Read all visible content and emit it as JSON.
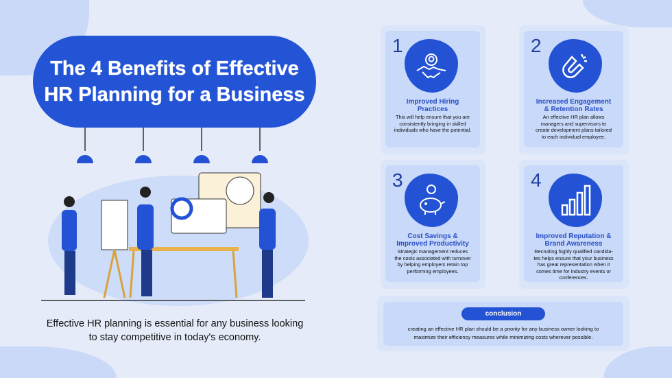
{
  "title": {
    "line1": "The 4 Benefits of Effective",
    "line2": "HR Planning for a Business"
  },
  "lead": {
    "line1": "Effective HR planning is essential for any business looking",
    "line2": "to stay competitive in today's economy."
  },
  "colors": {
    "accent": "#2354d6",
    "background": "#e5ebf8",
    "card": "#c8d9fa"
  },
  "benefits": [
    {
      "number": "1",
      "icon": "handshake-gear-icon",
      "title1": "Improved Hiring",
      "title2": "Practices",
      "body": [
        "This will help ensure that you are",
        "consistently bringing in skilled",
        "individuals who have the potential."
      ]
    },
    {
      "number": "2",
      "icon": "magnet-icon",
      "title1": "Increased Engagement",
      "title2": "& Retention Rates",
      "body": [
        "An effective HR plan allows",
        "managers and supervisors to",
        "create development plans tailored",
        "to each individual employee."
      ]
    },
    {
      "number": "3",
      "icon": "piggy-bank-icon",
      "title1": "Cost Savings &",
      "title2": "Improved Productivity",
      "body": [
        "Strategic management reduces",
        "the costs associated with turnover",
        "by helping employers retain top",
        "performing employees."
      ]
    },
    {
      "number": "4",
      "icon": "bar-chart-icon",
      "title1": "Improved Reputation &",
      "title2": "Brand Awareness",
      "body": [
        "Recruiting highly qualified candida-",
        "tes helps ensure that your business",
        "has great representation when it",
        "comes time for industry events or",
        "conferences."
      ]
    }
  ],
  "conclusion": {
    "label": "conclusion",
    "line1": "creating an effective HR plan should be a priority for any business owner looking to",
    "line2": "maximize their efficiency measures while minimizing costs wherever possible."
  }
}
